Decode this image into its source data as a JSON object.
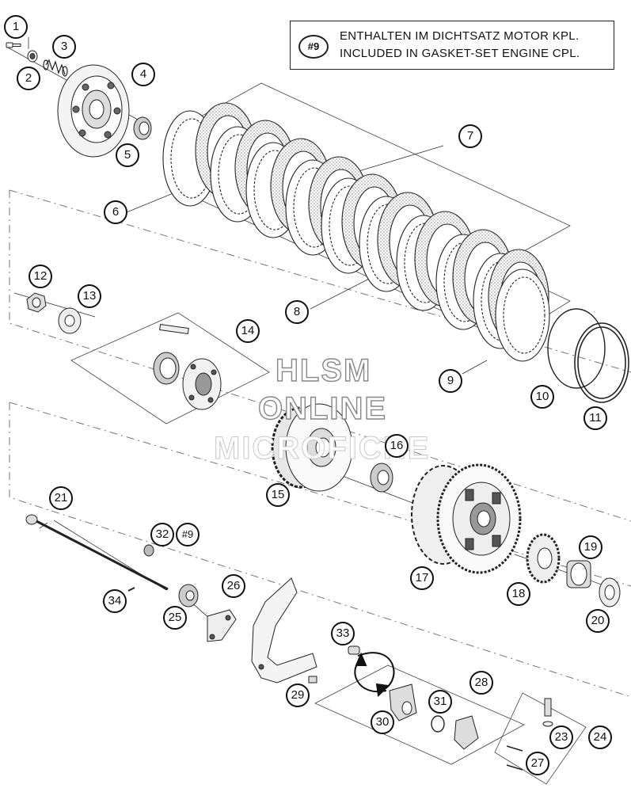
{
  "note": {
    "ref": "#9",
    "line1": "ENTHALTEN IM DICHTSATZ MOTOR KPL.",
    "line2": "INCLUDED IN GASKET-SET ENGINE CPL."
  },
  "watermark": {
    "line1": "HLSM",
    "line2": "ONLINE",
    "line3": "MICROFICHE"
  },
  "callouts": [
    {
      "id": "c1",
      "label": "1"
    },
    {
      "id": "c2",
      "label": "2"
    },
    {
      "id": "c3",
      "label": "3"
    },
    {
      "id": "c4",
      "label": "4"
    },
    {
      "id": "c5",
      "label": "5"
    },
    {
      "id": "c6",
      "label": "6"
    },
    {
      "id": "c7",
      "label": "7"
    },
    {
      "id": "c8",
      "label": "8"
    },
    {
      "id": "c9",
      "label": "9"
    },
    {
      "id": "c10",
      "label": "10"
    },
    {
      "id": "c11",
      "label": "11"
    },
    {
      "id": "c12",
      "label": "12"
    },
    {
      "id": "c13",
      "label": "13"
    },
    {
      "id": "c14",
      "label": "14"
    },
    {
      "id": "c15",
      "label": "15"
    },
    {
      "id": "c16",
      "label": "16"
    },
    {
      "id": "c17",
      "label": "17"
    },
    {
      "id": "c18",
      "label": "18"
    },
    {
      "id": "c19",
      "label": "19"
    },
    {
      "id": "c20",
      "label": "20"
    },
    {
      "id": "c21",
      "label": "21"
    },
    {
      "id": "c23",
      "label": "23"
    },
    {
      "id": "c24",
      "label": "24"
    },
    {
      "id": "c25",
      "label": "25"
    },
    {
      "id": "c26",
      "label": "26"
    },
    {
      "id": "c27",
      "label": "27"
    },
    {
      "id": "c28",
      "label": "28"
    },
    {
      "id": "c29",
      "label": "29"
    },
    {
      "id": "c30",
      "label": "30"
    },
    {
      "id": "c31",
      "label": "31"
    },
    {
      "id": "c32",
      "label": "32"
    },
    {
      "id": "c32ref",
      "label": "#9"
    },
    {
      "id": "c33",
      "label": "33"
    },
    {
      "id": "c34",
      "label": "34"
    }
  ]
}
